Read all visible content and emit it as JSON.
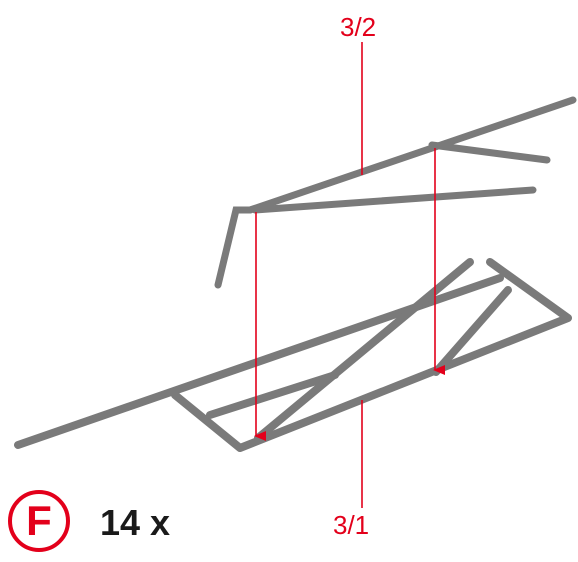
{
  "labels": {
    "part_top": "3/2",
    "part_bottom": "3/1"
  },
  "badge": {
    "letter": "F"
  },
  "quantity": "14 x",
  "colors": {
    "accent": "#e3001b",
    "rod": "#7a7a7a",
    "text": "#1a1a1a"
  }
}
